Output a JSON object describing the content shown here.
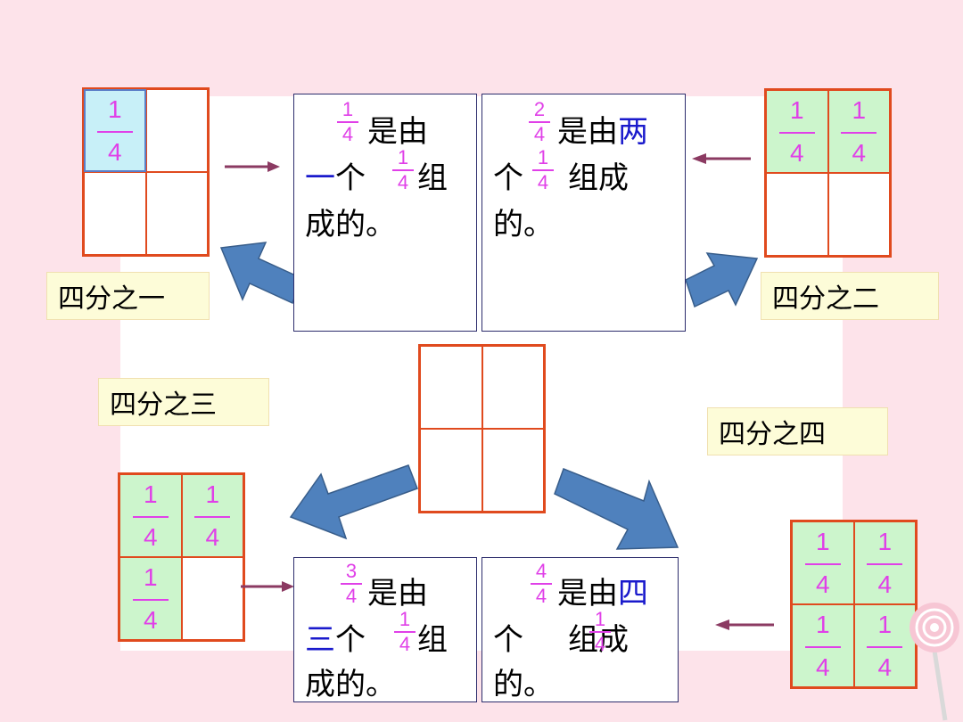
{
  "labels": {
    "one_quarter": "四分之一",
    "two_quarters": "四分之二",
    "three_quarters": "四分之三",
    "four_quarters": "四分之四"
  },
  "fraction": {
    "numerator": "1",
    "denominator": "4"
  },
  "boxes": {
    "box1": {
      "num": "1",
      "den": "4",
      "line1_word": "是由",
      "line2_a": "一",
      "line2_b": "个",
      "line2_c": "组",
      "line3": "成的。",
      "mini_num": "1",
      "mini_den": "4"
    },
    "box2": {
      "num": "2",
      "den": "4",
      "line1_word": "是由",
      "line1_blue": "两",
      "line2_a": "个",
      "line2_c": "组成",
      "line3": "的。",
      "mini_num": "1",
      "mini_den": "4"
    },
    "box3": {
      "num": "3",
      "den": "4",
      "line1_word": "是由",
      "line2_a": "三",
      "line2_b": "个",
      "line2_c": "组",
      "line3": "成的。",
      "mini_num": "1",
      "mini_den": "4"
    },
    "box4": {
      "num": "4",
      "den": "4",
      "line1_word": "是由",
      "line1_blue": "四",
      "line2_a": "个",
      "line2_c": "组成",
      "line3": "的。",
      "mini_num": "1",
      "mini_den": "4"
    }
  },
  "colors": {
    "background": "#fde3ea",
    "grid_border": "#e04a1e",
    "shaded_green": "#ccf5cc",
    "shaded_blue": "#c8f0f8",
    "fraction_text": "#e040e8",
    "emphasis_blue": "#1a1acc",
    "big_arrow": "#4f81bd",
    "small_arrow": "#8b3a62"
  }
}
